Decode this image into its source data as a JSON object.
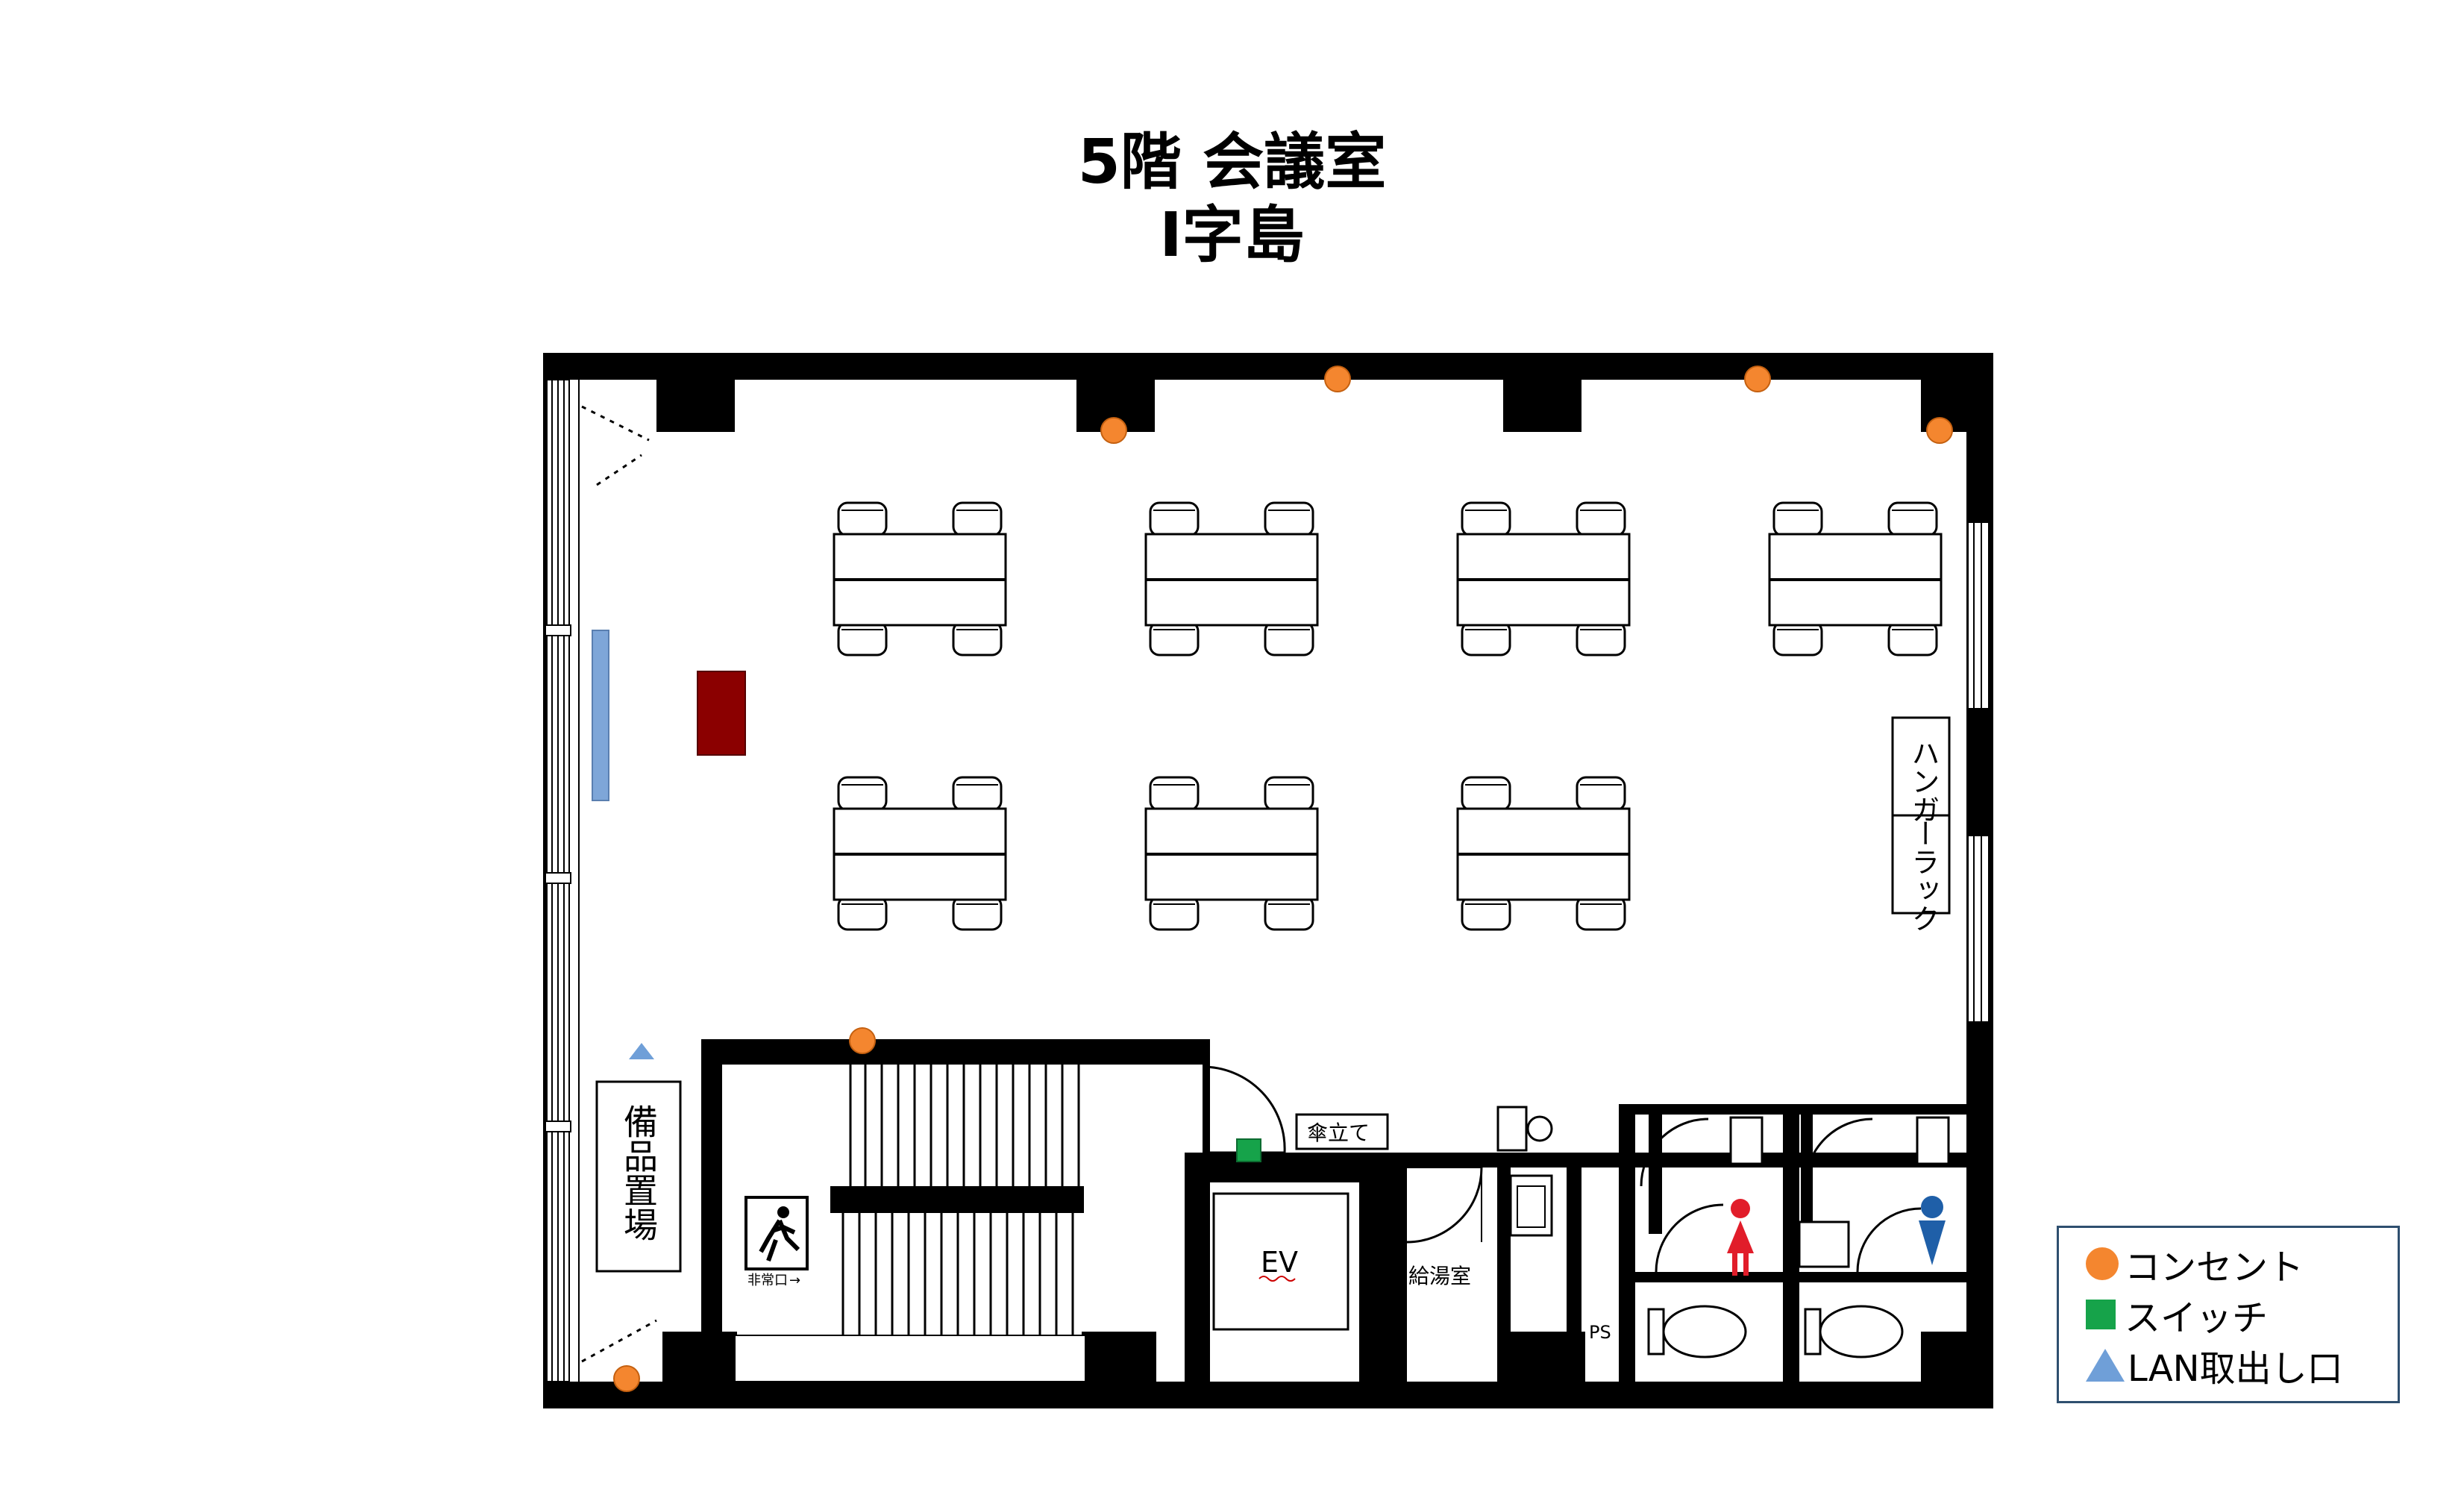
{
  "title": {
    "line1": "5階 会議室",
    "line2": "I字島"
  },
  "labels": {
    "hanger_rack_part1": "ハンガ",
    "hanger_rack_part2": "ーラック",
    "storage": "備品置場",
    "umbrella_stand": "傘立て",
    "elevator": "EV",
    "kitchenette": "給湯室",
    "pipe_space": "PS",
    "emergency_exit": "非常口"
  },
  "legend": {
    "outlet": "コンセント",
    "switch": "スイッチ",
    "lan": "LAN取出し口"
  },
  "counts": {
    "outlets": 6,
    "switches": 1,
    "lan_ports": 1,
    "desk_islands": 7
  },
  "colors": {
    "wall": "#000000",
    "outlet": "#f4862f",
    "switch": "#16a34a",
    "lan": "#6f9fd8",
    "whiteboard": "#7ea6d8",
    "podium": "#8b0000",
    "restroom_female": "#e11d2a",
    "restroom_male": "#1f5fa8",
    "legend_border": "#2f4f6f"
  },
  "icons": [
    "emergency-exit-icon",
    "female-restroom-icon",
    "male-restroom-icon",
    "toilet-icon",
    "sink-icon",
    "door-swing-icon"
  ]
}
